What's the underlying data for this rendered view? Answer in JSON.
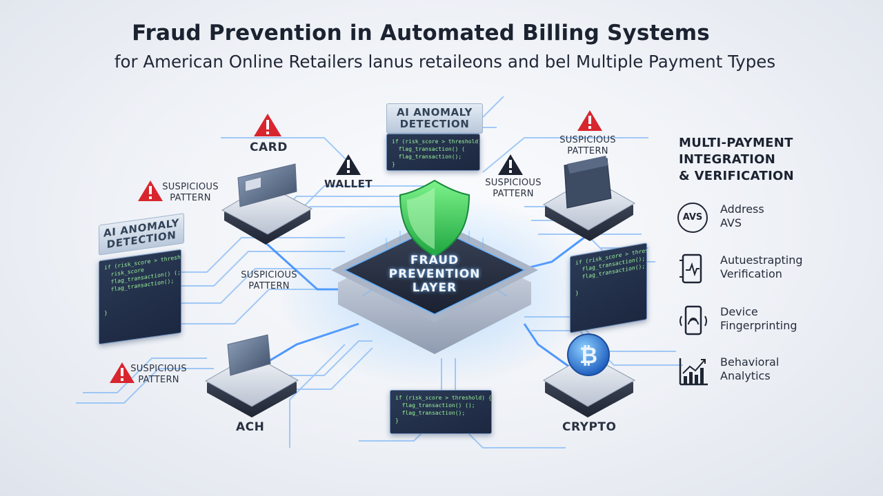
{
  "header": {
    "title": "Fraud Prevention in Automated Billing Systems",
    "subtitle": "for American Online Retailers lanus retaileons and bel Multiple Payment Types"
  },
  "center": {
    "label_line1": "FRAUD",
    "label_line2": "PREVENTION",
    "label_line3": "LAYER"
  },
  "payment_nodes": {
    "card": "CARD",
    "wallet": "WALLET",
    "ach": "ACH",
    "crypto": "CRYPTO"
  },
  "alerts": {
    "line1": "SUSPICIOUS",
    "line2": "PATTERN"
  },
  "ai_detection": {
    "line1": "AI ANOMALY",
    "line2": "DETECTION"
  },
  "code_snippets": {
    "top": "if (risk_score > threshold)\n  flag_transaction() (\n  flag_transaction();\n}",
    "left": "if (risk_score > threshold)\n  risk_score\n  flag_transaction() (;\n  flag_transaction();\n\n\n}",
    "right": "if (risk_score > threshold)\n  flag_transaction();\n  flag_transaction();\n\n}",
    "bottom": "if (risk_score > threshold) {\n  flag_transaction() ();\n  flag_transaction();\n}"
  },
  "sidebar": {
    "title_line1": "MULTI-PAYMENT",
    "title_line2": "INTEGRATION",
    "title_line3": "& VERIFICATION",
    "avs_badge": "AVS",
    "items": [
      {
        "icon": "avs-badge-icon",
        "line1": "Address",
        "line2": "AVS"
      },
      {
        "icon": "phone-verification-icon",
        "line1": "Autuestrapting",
        "line2": "Verification"
      },
      {
        "icon": "device-fingerprint-icon",
        "line1": "Device",
        "line2": "Fingerprinting"
      },
      {
        "icon": "bar-chart-trend-icon",
        "line1": "Behavioral",
        "line2": "Analytics"
      }
    ]
  },
  "colors": {
    "shield_green": "#3fcf5a",
    "alert_red": "#d8262e",
    "circuit_blue": "#4d9cff",
    "code_green": "#9cf39a",
    "bitcoin_blue": "#2f7de0"
  }
}
